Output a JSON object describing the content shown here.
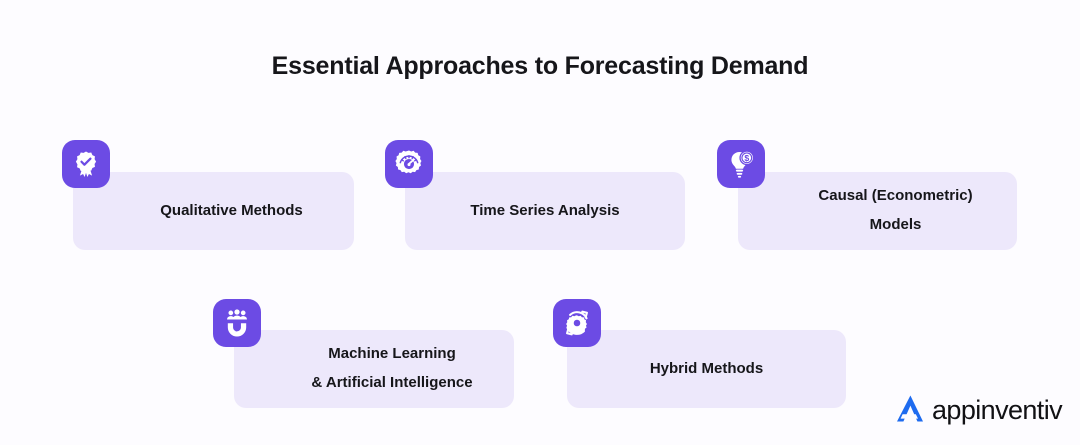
{
  "header": {
    "title": "Essential Approaches to Forecasting Demand"
  },
  "colors": {
    "background": "#FDFCFF",
    "card_background": "#EDE8FB",
    "icon_badge": "#6C4BE4",
    "title_text": "#16161A",
    "logo_mark": "#1E6BEF",
    "logo_text": "#111114"
  },
  "cards": [
    {
      "label": "Qualitative Methods",
      "icon": "award-badge-check-icon",
      "row": 1,
      "column": 1
    },
    {
      "label": "Time Series Analysis",
      "icon": "gear-speedometer-icon",
      "row": 1,
      "column": 2
    },
    {
      "label": "Causal (Econometric)\nModels",
      "icon": "lightbulb-dollar-icon",
      "row": 1,
      "column": 3
    },
    {
      "label": "Machine Learning\n& Artificial Intelligence",
      "icon": "magnet-people-bolt-icon",
      "row": 2,
      "column": 1
    },
    {
      "label": "Hybrid Methods",
      "icon": "gear-sync-arrows-icon",
      "row": 2,
      "column": 2
    }
  ],
  "logo": {
    "text": "appinventiv",
    "mark": "appinventiv-a-mark-icon"
  }
}
